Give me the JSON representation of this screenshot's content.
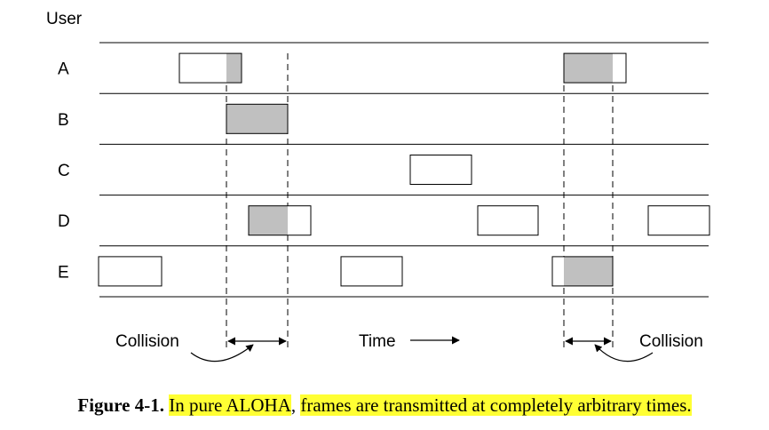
{
  "header": {
    "user_label": "User"
  },
  "users": [
    {
      "id": "A",
      "label": "A"
    },
    {
      "id": "B",
      "label": "B"
    },
    {
      "id": "C",
      "label": "C"
    },
    {
      "id": "D",
      "label": "D"
    },
    {
      "id": "E",
      "label": "E"
    }
  ],
  "frames": [
    {
      "user": "A",
      "start": 202,
      "end": 272,
      "collided_from": 255,
      "collided_to": 272
    },
    {
      "user": "A",
      "start": 635,
      "end": 705,
      "collided_from": 635,
      "collided_to": 690
    },
    {
      "user": "B",
      "start": 255,
      "end": 324,
      "collided_from": 255,
      "collided_to": 324
    },
    {
      "user": "C",
      "start": 462,
      "end": 531,
      "collided_from": null,
      "collided_to": null
    },
    {
      "user": "D",
      "start": 280,
      "end": 350,
      "collided_from": 280,
      "collided_to": 324
    },
    {
      "user": "D",
      "start": 538,
      "end": 606,
      "collided_from": null,
      "collided_to": null
    },
    {
      "user": "D",
      "start": 730,
      "end": 799,
      "collided_from": null,
      "collided_to": null
    },
    {
      "user": "E",
      "start": 111,
      "end": 182,
      "collided_from": null,
      "collided_to": null
    },
    {
      "user": "E",
      "start": 384,
      "end": 453,
      "collided_from": null,
      "collided_to": null
    },
    {
      "user": "E",
      "start": 622,
      "end": 690,
      "collided_from": 635,
      "collided_to": 690
    }
  ],
  "collisions": [
    {
      "label": "Collision",
      "from": 255,
      "to": 324,
      "label_side": "left"
    },
    {
      "label": "Collision",
      "from": 635,
      "to": 690,
      "label_side": "right"
    }
  ],
  "time_label": "Time",
  "caption": {
    "figure_number": "Figure 4-1.",
    "part1": "In pure ALOHA",
    "separator": ",",
    "part2": "frames are transmitted at completely arbitrary times."
  },
  "colors": {
    "collided_fill": "#c0c0c0",
    "frame_fill": "#ffffff",
    "line": "#000000",
    "highlight": "#ffff33"
  }
}
